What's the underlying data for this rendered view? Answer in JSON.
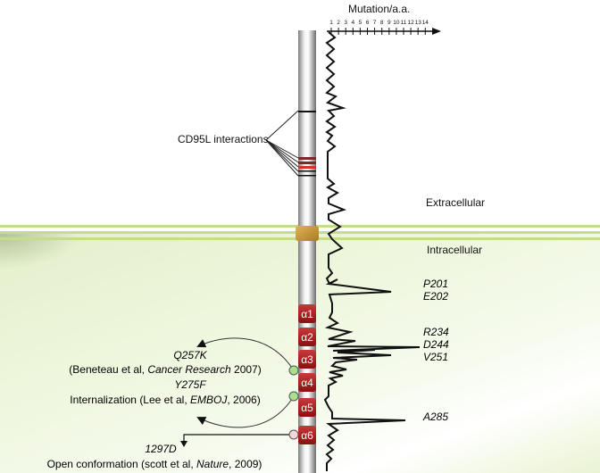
{
  "axis": {
    "title": "Mutation/a.a.",
    "ticks": [
      "1",
      "2",
      "3",
      "4",
      "5",
      "6",
      "7",
      "8",
      "9",
      "10",
      "11",
      "12",
      "13",
      "14"
    ]
  },
  "regions": {
    "extracellular": "Extracellular",
    "intracellular": "Intracellular"
  },
  "interactions_label": "CD95L interactions",
  "helices": [
    "α1",
    "α2",
    "α3",
    "α4",
    "α5",
    "α6"
  ],
  "peak_labels": [
    "P201",
    "E202",
    "R234",
    "D244",
    "V251",
    "A285"
  ],
  "annotations": [
    {
      "mutation": "Q257K",
      "desc_pre": "(Beneteau et al, ",
      "desc_journal": "Cancer Research",
      "desc_post": " 2007)",
      "marker_color": "#a8e08e"
    },
    {
      "mutation": "Y275F",
      "desc_pre": "Internalization (Lee et al, ",
      "desc_journal": "EMBOJ",
      "desc_post": ", 2006)",
      "marker_color": "#a8e08e"
    },
    {
      "mutation": "1297D",
      "desc_pre": "Open conformation (scott et al, ",
      "desc_journal": "Nature",
      "desc_post": ", 2009)",
      "marker_color": "#f2d6d8"
    }
  ],
  "colors": {
    "helix": "#a01818",
    "membrane": "#c5dc8a",
    "tm_domain": "#c9962f",
    "interaction_band_red": "#d8312c",
    "interaction_band_dark": "#7a2a2a"
  }
}
